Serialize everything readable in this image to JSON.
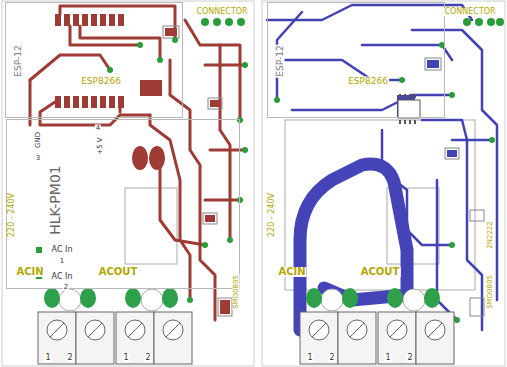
{
  "diagram": {
    "nodes": [
      {
        "text": [
          "ESP-12",
          "ESP8266"
        ]
      },
      {
        "text": [
          "HLK-PM01"
        ]
      },
      {
        "text": [
          "ESP-12",
          "ESP8266"
        ]
      }
    ],
    "labels": [
      "CONNECTOR",
      "220 - 240V",
      "GND",
      "3",
      "4",
      "+5 V",
      "AC In",
      "1",
      "AC In",
      "2",
      "ACIN",
      "ACOUT",
      "1",
      "2",
      "1",
      "2",
      "SMD0805",
      "CONNECTOR",
      "220 - 240V",
      "ACIN",
      "ACOUT",
      "2N2222",
      "SMD0805",
      "1",
      "2",
      "1",
      "2"
    ]
  }
}
